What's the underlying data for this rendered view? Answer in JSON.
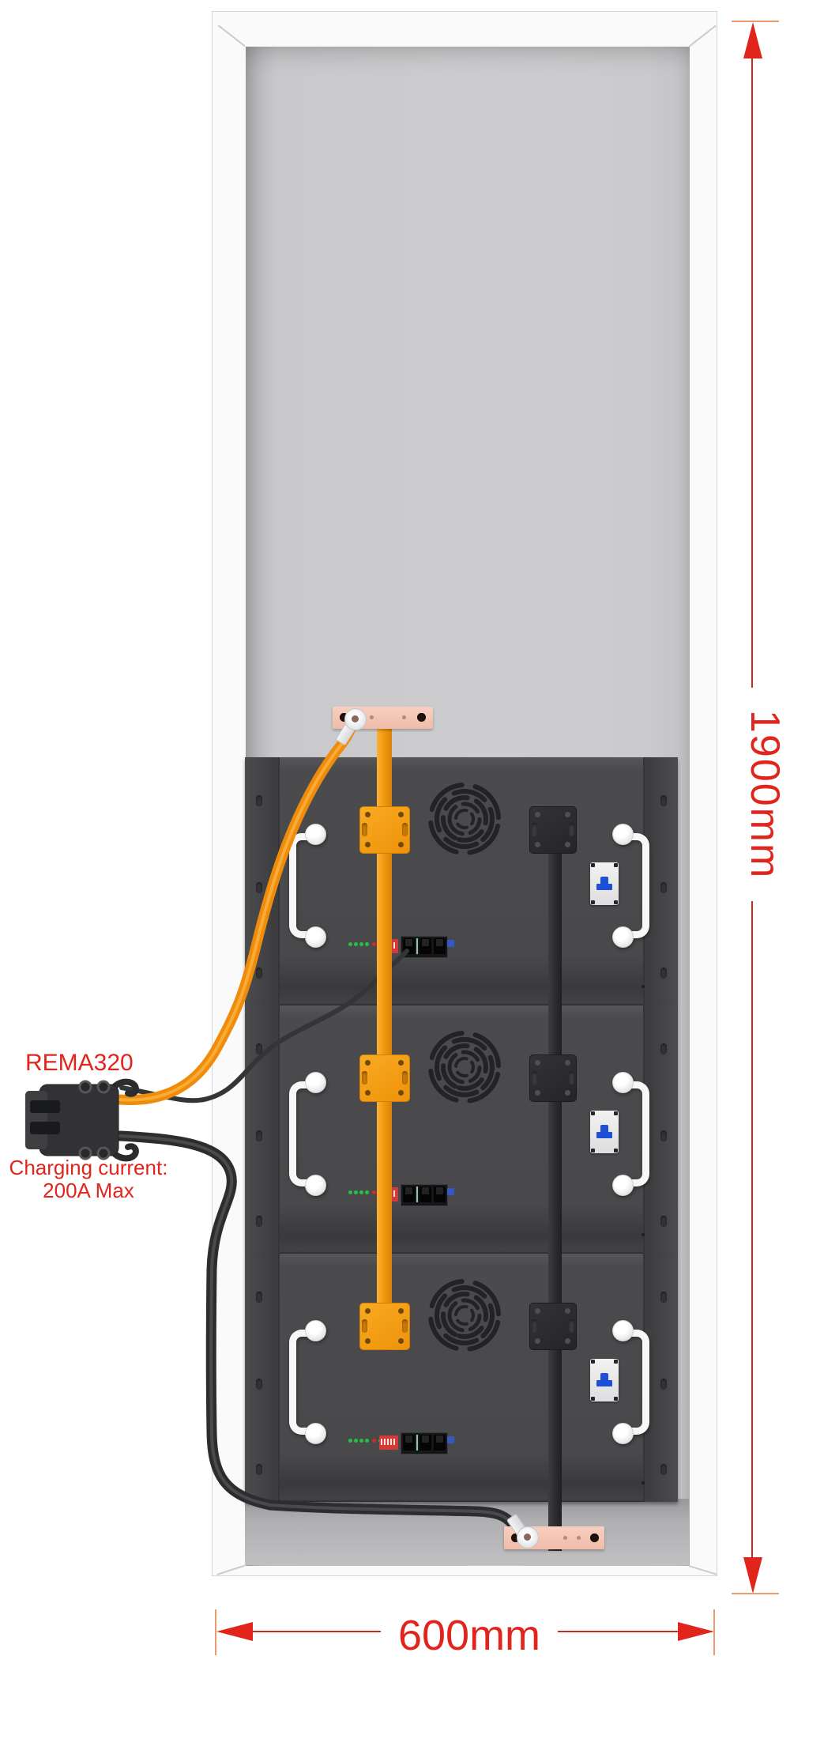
{
  "labels": {
    "connector_model": "REMA320",
    "charging_note_line1": "Charging current:",
    "charging_note_line2": "200A Max",
    "cabinet_height": "1900mm",
    "cabinet_width": "600mm"
  },
  "colors": {
    "dimension_red": "#e2251c",
    "busbar_orange": "#f29a0d",
    "copper_busbar": "#f2c2b2",
    "module_body": "#4b4b4d",
    "cable_black": "#2d2d2f",
    "breaker_blue": "#1d4fd7",
    "cabinet_white": "#fafafb",
    "interior_gray": "#c9c9cb"
  },
  "components": {
    "battery_module_count": 3,
    "fan_per_module": 1,
    "ethernet_ports_per_module": 3
  }
}
